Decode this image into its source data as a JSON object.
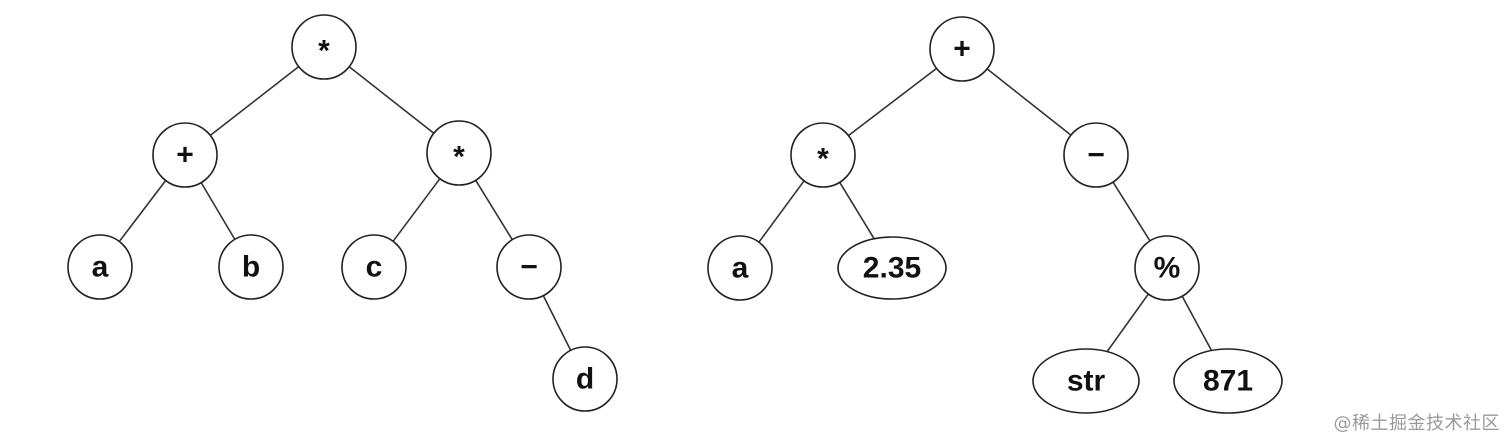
{
  "trees": [
    {
      "nodes": [
        {
          "id": "L1",
          "label": "*",
          "parent": null
        },
        {
          "id": "L2",
          "label": "+",
          "parent": "L1"
        },
        {
          "id": "L3",
          "label": "*",
          "parent": "L1"
        },
        {
          "id": "L4",
          "label": "a",
          "parent": "L2"
        },
        {
          "id": "L5",
          "label": "b",
          "parent": "L2"
        },
        {
          "id": "L6",
          "label": "c",
          "parent": "L3"
        },
        {
          "id": "L7",
          "label": "−",
          "parent": "L3"
        },
        {
          "id": "L8",
          "label": "d",
          "parent": "L7"
        }
      ]
    },
    {
      "nodes": [
        {
          "id": "R1",
          "label": "+",
          "parent": null
        },
        {
          "id": "R2",
          "label": "*",
          "parent": "R1"
        },
        {
          "id": "R3",
          "label": "−",
          "parent": "R1"
        },
        {
          "id": "R4",
          "label": "a",
          "parent": "R2"
        },
        {
          "id": "R5",
          "label": "2.35",
          "parent": "R2"
        },
        {
          "id": "R6",
          "label": "%",
          "parent": "R3"
        },
        {
          "id": "R7",
          "label": "str",
          "parent": "R6"
        },
        {
          "id": "R8",
          "label": "871",
          "parent": "R6"
        }
      ]
    }
  ],
  "watermark": "@稀土掘金技术社区"
}
